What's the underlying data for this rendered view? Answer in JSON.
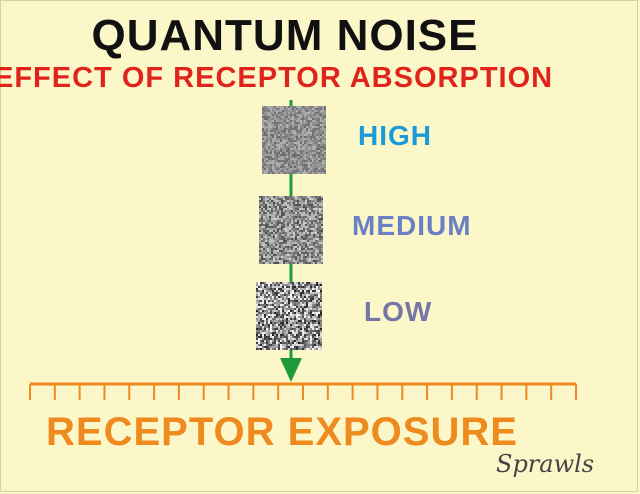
{
  "title": "QUANTUM NOISE",
  "subtitle": "EFFECT OF RECEPTOR ABSORPTION",
  "levels": [
    {
      "label": "HIGH",
      "color": "#1a9ad9",
      "noise": 0.35
    },
    {
      "label": "MEDIUM",
      "color": "#6d7fc4",
      "noise": 0.6
    },
    {
      "label": "LOW",
      "color": "#7575a8",
      "noise": 1.0
    }
  ],
  "axis": {
    "label": "RECEPTOR EXPOSURE",
    "color": "#ef8a1e"
  },
  "arrow_color": "#1e9b39",
  "signature": "Sprawls"
}
